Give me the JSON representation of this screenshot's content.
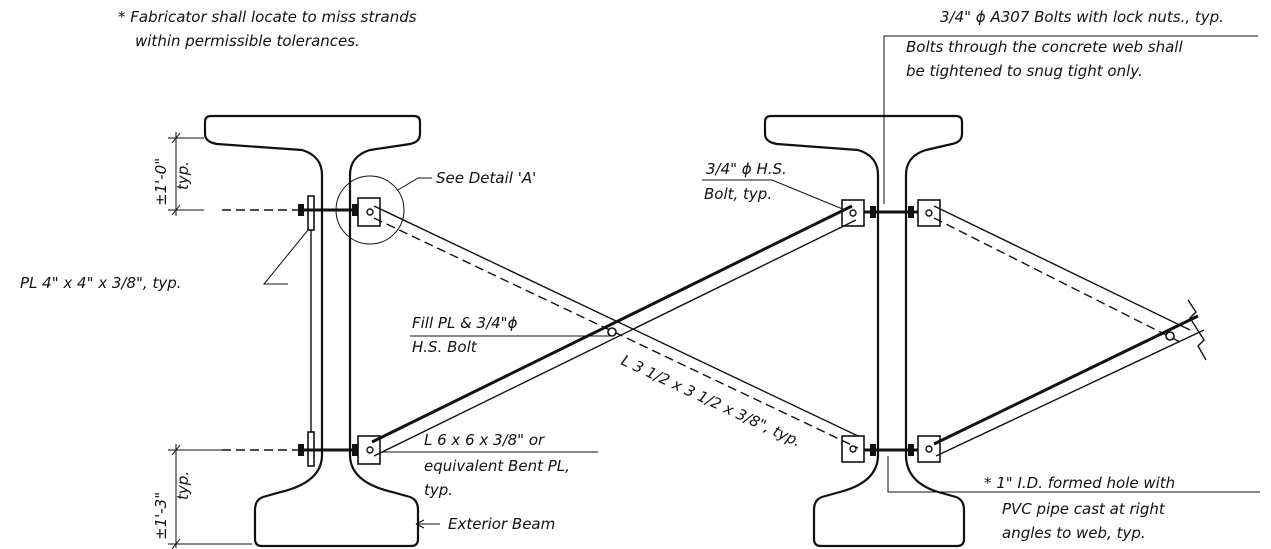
{
  "notes": {
    "fabricator_line1": "* Fabricator shall locate to miss strands",
    "fabricator_line2": "within permissible tolerances.",
    "a307_line1": "3/4\" ϕ A307 Bolts with lock nuts., typ.",
    "a307_line2": "Bolts through the concrete web shall",
    "a307_line3": "be tightened to snug tight only.",
    "see_detail": "See Detail 'A'",
    "hs_bolt_line1": "3/4\" ϕ H.S.",
    "hs_bolt_line2": "Bolt, typ.",
    "plate": "PL 4\" x 4\" x 3/8\", typ.",
    "fill_line1": "Fill PL & 3/4\"ϕ",
    "fill_line2": "H.S. Bolt",
    "angle_diag": "L 3 1/2 x 3 1/2 x 3/8\", typ.",
    "angle_bent_line1": "L 6 x 6 x 3/8\" or",
    "angle_bent_line2": "equivalent Bent PL,",
    "angle_bent_line3": "typ.",
    "formed_hole_line1": "* 1\" I.D. formed hole with",
    "formed_hole_line2": "PVC pipe cast at right",
    "formed_hole_line3": "angles to web, typ.",
    "exterior_beam": "Exterior Beam",
    "dim_top": "±1'-0\"",
    "dim_top_typ": "typ.",
    "dim_bottom": "±1'-3\"",
    "dim_bottom_typ": "typ."
  }
}
